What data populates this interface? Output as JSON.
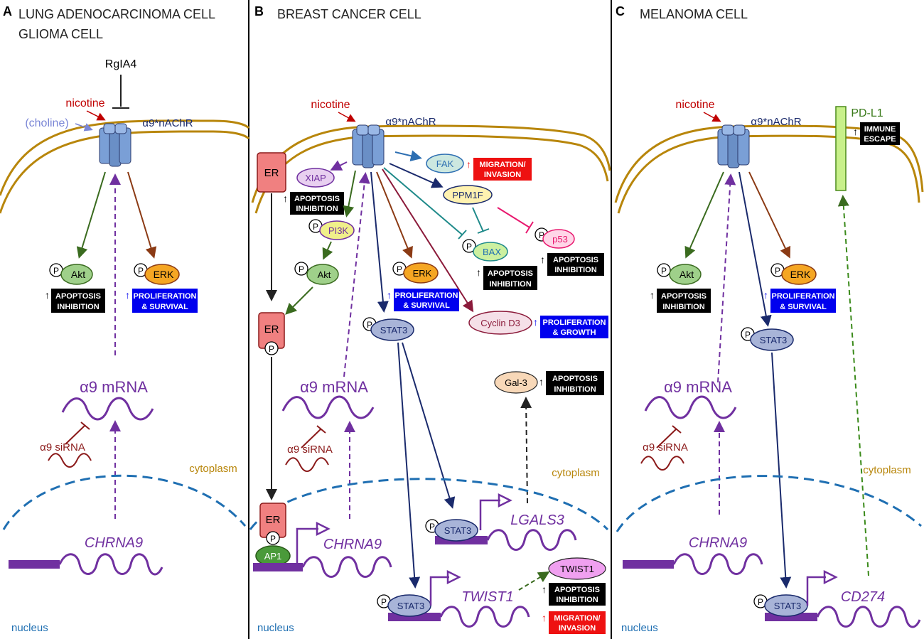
{
  "colors": {
    "membrane": "#b8860b",
    "nucleus_border": "#1f6fb2",
    "receptor": "#7a9fd6",
    "mrna": "#7030a0",
    "nicotine": "#c00000",
    "choline": "#7a86d6",
    "green_arrow": "#3a6b1f",
    "brown_arrow": "#8b3a14",
    "navy_arrow": "#1a2a6c",
    "siRNA": "#8b1a1a",
    "black_box": "#000000",
    "blue_box": "#0000ee",
    "red_box": "#ee1111"
  },
  "panels": [
    {
      "letter": "A",
      "title_line1": "LUNG ADENOCARCINOMA CELL",
      "title_line2": "GLIOMA CELL",
      "inhibitor": "RgIA4",
      "nicotine": "nicotine",
      "choline": "(choline)",
      "receptor": "α9*nAChR",
      "akt": "Akt",
      "erk": "ERK",
      "akt_effect_1": "APOPTOSIS",
      "akt_effect_2": "INHIBITION",
      "erk_effect_1": "PROLIFERATION",
      "erk_effect_2": "& SURVIVAL",
      "mrna": "α9 mRNA",
      "sirna": "α9 siRNA",
      "cytoplasm": "cytoplasm",
      "gene": "CHRNA9",
      "nucleus": "nucleus"
    },
    {
      "letter": "B",
      "title": "BREAST CANCER CELL",
      "nicotine": "nicotine",
      "receptor": "α9*nAChR",
      "er": "ER",
      "xiap": "XIAP",
      "xiap_effect_1": "APOPTOSIS",
      "xiap_effect_2": "INHIBITION",
      "fak": "FAK",
      "fak_effect_1": "MIGRATION/",
      "fak_effect_2": "INVASION",
      "ppm1f": "PPM1F",
      "p53": "p53",
      "p53_effect_1": "APOPTOSIS",
      "p53_effect_2": "INHIBITION",
      "pi3k": "PI3K",
      "akt": "Akt",
      "erk": "ERK",
      "erk_effect_1": "PROLIFERATION",
      "erk_effect_2": "& SURVIVAL",
      "bax": "BAX",
      "bax_effect_1": "APOPTOSIS",
      "bax_effect_2": "INHIBITION",
      "stat3": "STAT3",
      "cyclin": "Cyclin D3",
      "cyclin_effect_1": "PROLIFERATION",
      "cyclin_effect_2": "& GROWTH",
      "gal3": "Gal-3",
      "gal3_effect_1": "APOPTOSIS",
      "gal3_effect_2": "INHIBITION",
      "mrna": "α9 mRNA",
      "sirna": "α9 siRNA",
      "cytoplasm": "cytoplasm",
      "ap1": "AP1",
      "gene": "CHRNA9",
      "lgals3": "LGALS3",
      "twist1_gene": "TWIST1",
      "twist1_protein": "TWIST1",
      "twist_effect_1": "APOPTOSIS",
      "twist_effect_2": "INHIBITION",
      "twist_effect_3": "MIGRATION/",
      "twist_effect_4": "INVASION",
      "p_symbol": "P",
      "nucleus": "nucleus"
    },
    {
      "letter": "C",
      "title": "MELANOMA CELL",
      "nicotine": "nicotine",
      "receptor": "α9*nAChR",
      "pdl1": "PD-L1",
      "immune_1": "IMMUNE",
      "immune_2": "ESCAPE",
      "akt": "Akt",
      "erk": "ERK",
      "akt_effect_1": "APOPTOSIS",
      "akt_effect_2": "INHIBITION",
      "erk_effect_1": "PROLIFERATION",
      "erk_effect_2": "& SURVIVAL",
      "stat3": "STAT3",
      "mrna": "α9 mRNA",
      "sirna": "α9 siRNA",
      "cytoplasm": "cytoplasm",
      "gene": "CHRNA9",
      "cd274": "CD274",
      "nucleus": "nucleus"
    }
  ]
}
